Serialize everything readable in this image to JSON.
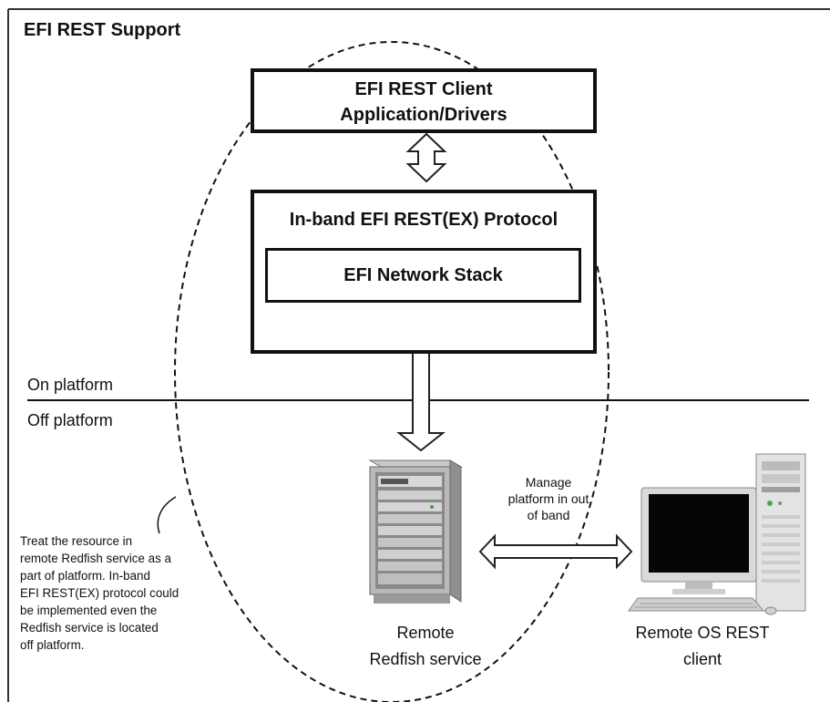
{
  "title": "EFI REST Support",
  "client_box": {
    "line1": "EFI REST Client",
    "line2": "Application/Drivers"
  },
  "protocol_box": {
    "label": "In-band EFI REST(EX) Protocol",
    "stack_label": "EFI Network Stack"
  },
  "platform": {
    "on": "On platform",
    "off": "Off platform"
  },
  "note_lines": [
    "Treat the resource in",
    "remote Redfish service as a",
    "part of platform. In-band",
    "EFI REST(EX) protocol could",
    "be implemented even the",
    "Redfish service is located",
    "off platform."
  ],
  "manage_lines": [
    "Manage",
    "platform in out",
    "of band"
  ],
  "redfish_caption": [
    "Remote",
    "Redfish service"
  ],
  "client_caption": [
    "Remote OS REST",
    "client"
  ],
  "icons": {
    "server": "server-rack-icon",
    "desktop": "desktop-computer-icon"
  }
}
